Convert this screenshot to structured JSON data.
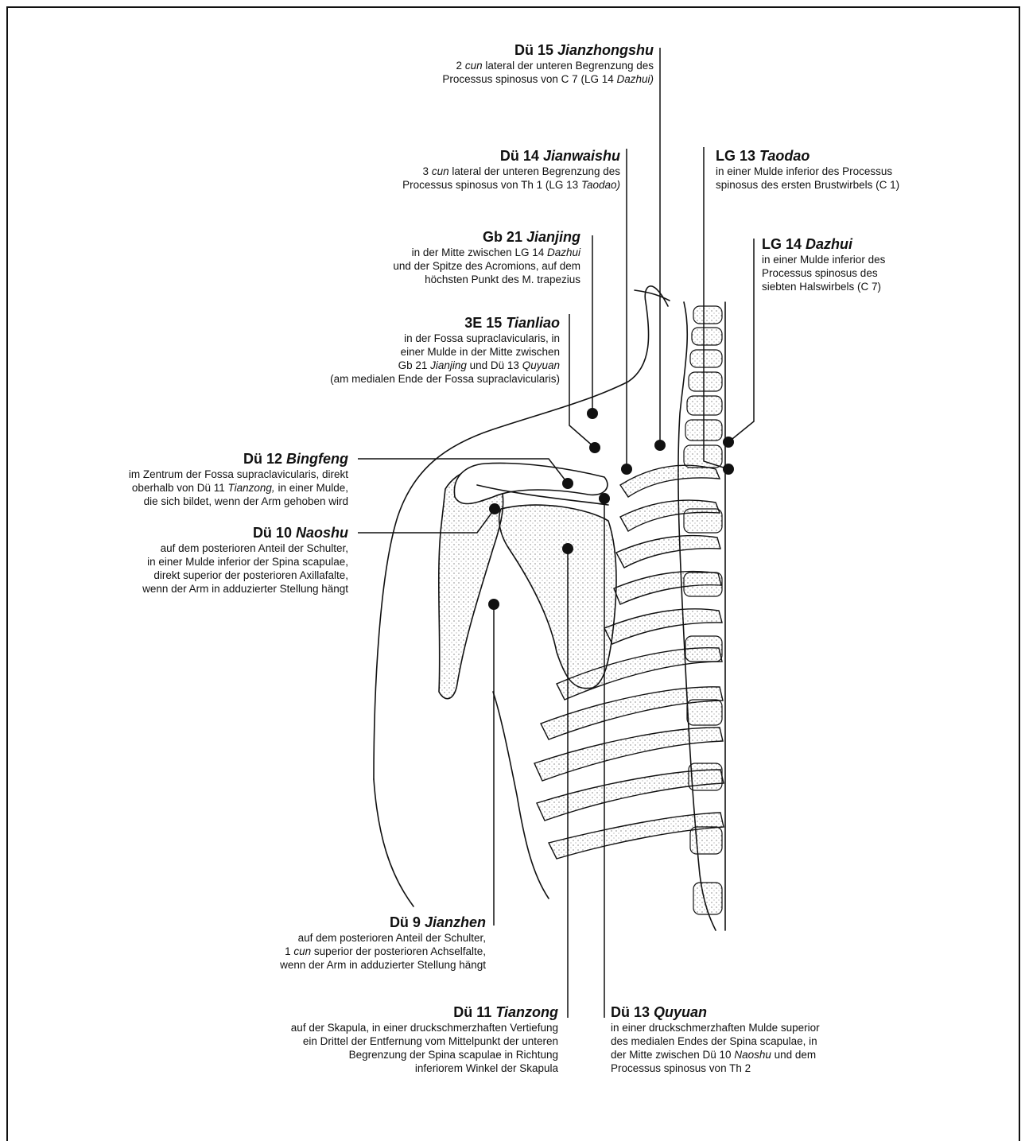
{
  "labels": [
    {
      "key": "due15",
      "code": "Dü 15",
      "name": "Jianzhongshu",
      "lines": [
        [
          {
            "t": "2 "
          },
          {
            "t": "cun",
            "i": true
          },
          {
            "t": " lateral der unteren Begrenzung des"
          }
        ],
        [
          {
            "t": "Processus spinosus von C 7 (LG 14 "
          },
          {
            "t": "Dazhui)",
            "i": true
          }
        ]
      ]
    },
    {
      "key": "due14",
      "code": "Dü 14",
      "name": "Jianwaishu",
      "lines": [
        [
          {
            "t": "3 "
          },
          {
            "t": "cun",
            "i": true
          },
          {
            "t": " lateral der unteren Begrenzung des"
          }
        ],
        [
          {
            "t": "Processus spinosus von Th 1 (LG 13 "
          },
          {
            "t": "Taodao)",
            "i": true
          }
        ]
      ]
    },
    {
      "key": "lg13",
      "code": "LG 13",
      "name": "Taodao",
      "lines": [
        [
          {
            "t": "in einer Mulde inferior des Processus"
          }
        ],
        [
          {
            "t": "spinosus des ersten Brustwirbels (C 1)"
          }
        ]
      ]
    },
    {
      "key": "gb21",
      "code": "Gb 21",
      "name": "Jianjing",
      "lines": [
        [
          {
            "t": "in der Mitte zwischen LG 14 "
          },
          {
            "t": "Dazhui",
            "i": true
          }
        ],
        [
          {
            "t": "und der Spitze des Acromions, auf dem"
          }
        ],
        [
          {
            "t": "höchsten Punkt des M. trapezius"
          }
        ]
      ]
    },
    {
      "key": "lg14",
      "code": "LG 14",
      "name": "Dazhui",
      "lines": [
        [
          {
            "t": "in einer Mulde inferior des"
          }
        ],
        [
          {
            "t": "Processus spinosus des"
          }
        ],
        [
          {
            "t": "siebten Halswirbels (C 7)"
          }
        ]
      ]
    },
    {
      "key": "3e15",
      "code": "3E 15",
      "name": "Tianliao",
      "lines": [
        [
          {
            "t": "in der Fossa supraclavicularis, in"
          }
        ],
        [
          {
            "t": "einer Mulde in der Mitte zwischen"
          }
        ],
        [
          {
            "t": "Gb 21 "
          },
          {
            "t": "Jianjing",
            "i": true
          },
          {
            "t": " und Dü 13 "
          },
          {
            "t": "Quyuan",
            "i": true
          }
        ],
        [
          {
            "t": "(am medialen Ende der Fossa supraclavicularis)"
          }
        ]
      ]
    },
    {
      "key": "due12",
      "code": "Dü 12",
      "name": "Bingfeng",
      "lines": [
        [
          {
            "t": "im Zentrum der Fossa supraclavicularis, direkt"
          }
        ],
        [
          {
            "t": "oberhalb von Dü 11 "
          },
          {
            "t": "Tianzong,",
            "i": true
          },
          {
            "t": " in einer Mulde,"
          }
        ],
        [
          {
            "t": "die sich bildet, wenn der Arm gehoben wird"
          }
        ]
      ]
    },
    {
      "key": "due10",
      "code": "Dü 10",
      "name": "Naoshu",
      "lines": [
        [
          {
            "t": "auf dem posterioren Anteil der Schulter,"
          }
        ],
        [
          {
            "t": "in einer Mulde inferior der Spina scapulae,"
          }
        ],
        [
          {
            "t": "direkt superior der posterioren Axillafalte,"
          }
        ],
        [
          {
            "t": "wenn der Arm in adduzierter Stellung hängt"
          }
        ]
      ]
    },
    {
      "key": "due9",
      "code": "Dü 9",
      "name": "Jianzhen",
      "lines": [
        [
          {
            "t": "auf dem posterioren Anteil der Schulter,"
          }
        ],
        [
          {
            "t": "1 "
          },
          {
            "t": "cun",
            "i": true
          },
          {
            "t": " superior der posterioren Achselfalte,"
          }
        ],
        [
          {
            "t": "wenn der Arm in adduzierter Stellung hängt"
          }
        ]
      ]
    },
    {
      "key": "due11",
      "code": "Dü 11",
      "name": "Tianzong",
      "lines": [
        [
          {
            "t": "auf der Skapula, in einer druckschmerzhaften Vertiefung"
          }
        ],
        [
          {
            "t": "ein Drittel der Entfernung vom Mittelpunkt der unteren"
          }
        ],
        [
          {
            "t": "Begrenzung der Spina scapulae in Richtung"
          }
        ],
        [
          {
            "t": "inferiorem Winkel der Skapula"
          }
        ]
      ]
    },
    {
      "key": "due13",
      "code": "Dü 13",
      "name": "Quyuan",
      "lines": [
        [
          {
            "t": "in einer druckschmerzhaften Mulde superior"
          }
        ],
        [
          {
            "t": "des medialen Endes der Spina scapulae, in"
          }
        ],
        [
          {
            "t": "der Mitte zwischen Dü 10 "
          },
          {
            "t": "Naoshu",
            "i": true
          },
          {
            "t": "  und dem"
          }
        ],
        [
          {
            "t": "Processus spinosus von Th 2"
          }
        ]
      ]
    }
  ]
}
